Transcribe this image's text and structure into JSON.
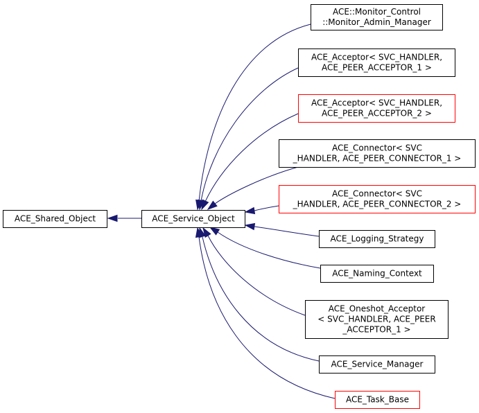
{
  "colors": {
    "edge": "#191970",
    "node_border_documented": "#000000",
    "node_border_undocumented": "#ff0000",
    "node_fill_root": "#bfbfbf",
    "node_fill": "#ffffff"
  },
  "nodes": {
    "shared_object": {
      "lines": [
        "ACE_Shared_Object"
      ],
      "border": "black",
      "highlighted": true
    },
    "service_object": {
      "lines": [
        "ACE_Service_Object"
      ],
      "border": "black"
    },
    "monitor_admin_manager": {
      "lines": [
        "ACE::Monitor_Control",
        "::Monitor_Admin_Manager"
      ],
      "border": "black"
    },
    "acceptor_1": {
      "lines": [
        "ACE_Acceptor< SVC_HANDLER,",
        "ACE_PEER_ACCEPTOR_1 >"
      ],
      "border": "black"
    },
    "acceptor_2": {
      "lines": [
        "ACE_Acceptor< SVC_HANDLER,",
        "ACE_PEER_ACCEPTOR_2 >"
      ],
      "border": "red"
    },
    "connector_1": {
      "lines": [
        "ACE_Connector< SVC",
        "_HANDLER, ACE_PEER_CONNECTOR_1 >"
      ],
      "border": "black"
    },
    "connector_2": {
      "lines": [
        "ACE_Connector< SVC",
        "_HANDLER, ACE_PEER_CONNECTOR_2 >"
      ],
      "border": "red"
    },
    "logging_strategy": {
      "lines": [
        "ACE_Logging_Strategy"
      ],
      "border": "black"
    },
    "naming_context": {
      "lines": [
        "ACE_Naming_Context"
      ],
      "border": "black"
    },
    "oneshot_acceptor": {
      "lines": [
        "ACE_Oneshot_Acceptor",
        "< SVC_HANDLER, ACE_PEER",
        "_ACCEPTOR_1 >"
      ],
      "border": "black"
    },
    "service_manager": {
      "lines": [
        "ACE_Service_Manager"
      ],
      "border": "black"
    },
    "task_base": {
      "lines": [
        "ACE_Task_Base"
      ],
      "border": "red"
    }
  },
  "edges": [
    {
      "from": "service_object",
      "to": "shared_object"
    },
    {
      "from": "monitor_admin_manager",
      "to": "service_object"
    },
    {
      "from": "acceptor_1",
      "to": "service_object"
    },
    {
      "from": "acceptor_2",
      "to": "service_object"
    },
    {
      "from": "connector_1",
      "to": "service_object"
    },
    {
      "from": "connector_2",
      "to": "service_object"
    },
    {
      "from": "logging_strategy",
      "to": "service_object"
    },
    {
      "from": "naming_context",
      "to": "service_object"
    },
    {
      "from": "oneshot_acceptor",
      "to": "service_object"
    },
    {
      "from": "service_manager",
      "to": "service_object"
    },
    {
      "from": "task_base",
      "to": "service_object"
    }
  ]
}
